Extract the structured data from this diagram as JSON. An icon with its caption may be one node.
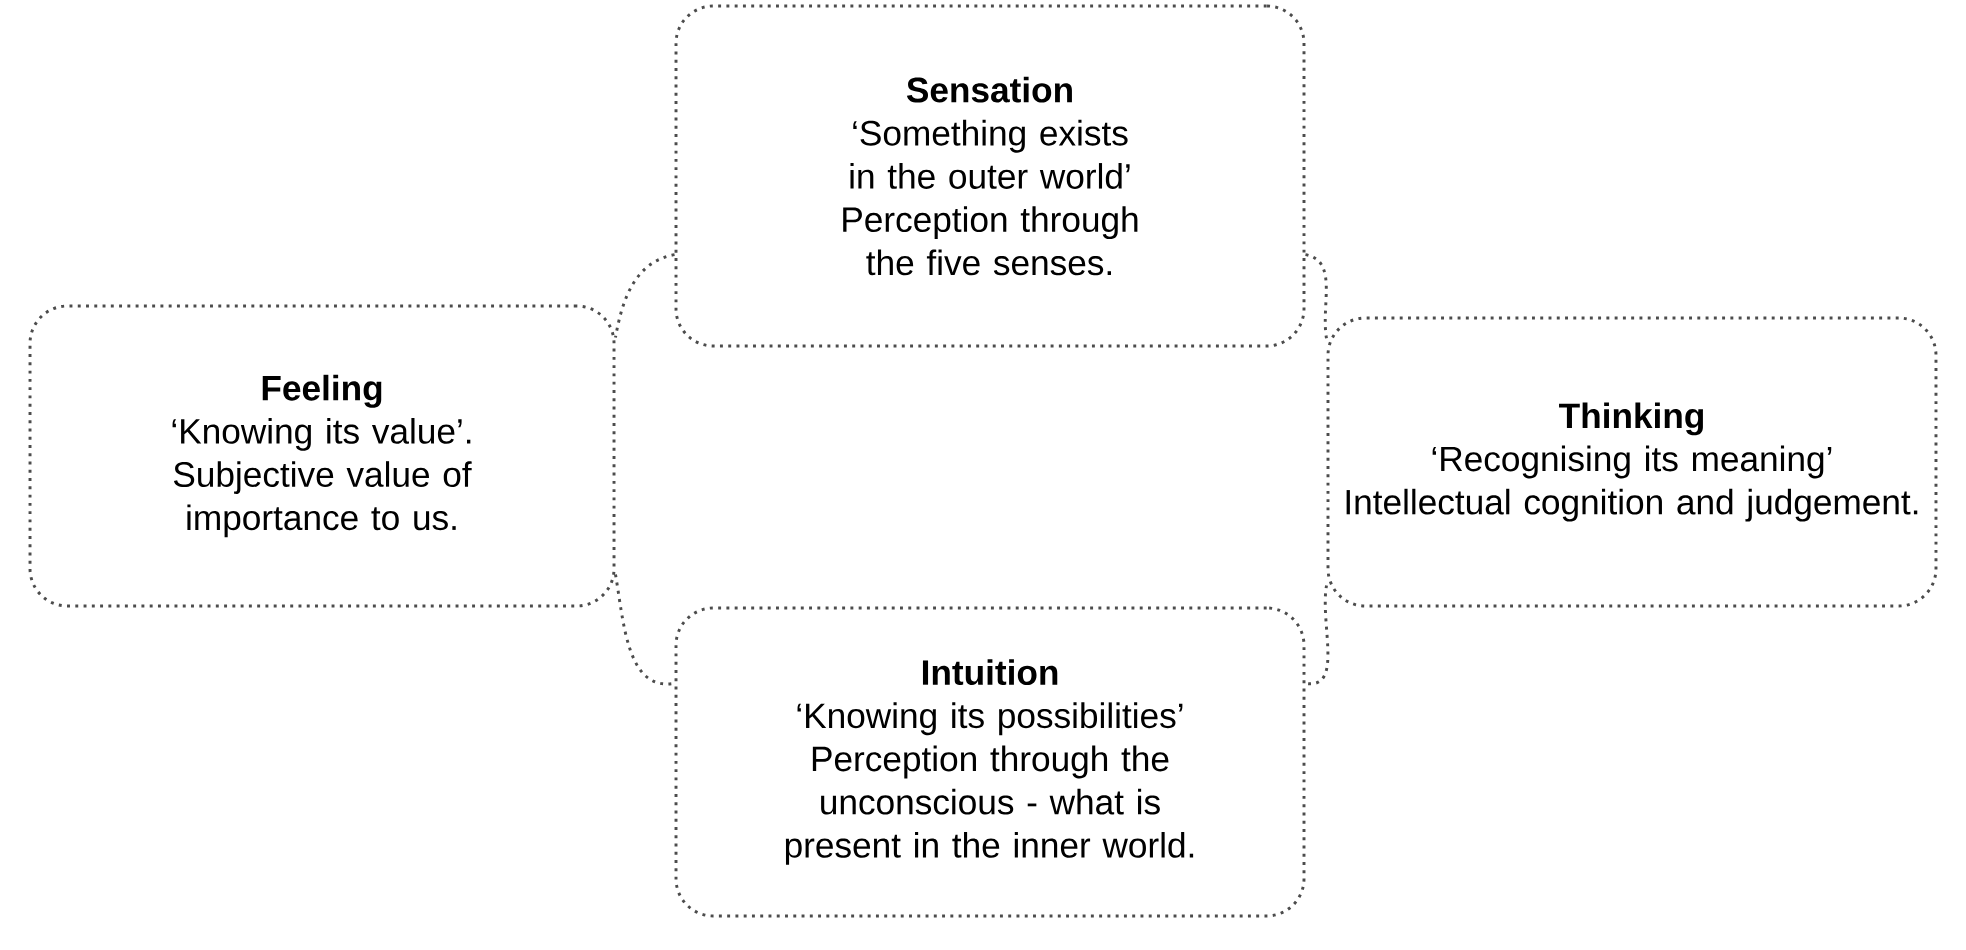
{
  "diagram": {
    "nodes": [
      {
        "text": [
          "Sensation",
          "‘Something exists in the outer world’",
          "Perception through the five senses."
        ]
      },
      {
        "text": [
          "Feeling",
          "‘Knowing its value’.",
          "Subjective value of importance to us."
        ]
      },
      {
        "text": [
          "Thinking",
          "‘Recognising its meaning’",
          "Intellectual cognition and judgement."
        ]
      },
      {
        "text": [
          "Intuition",
          "‘Knowing its possibilities’",
          "Perception through the unconscious - what is present in the inner world."
        ]
      }
    ],
    "edges": [
      {
        "from": 0,
        "to": 1,
        "arrow": "none"
      },
      {
        "from": 0,
        "to": 2,
        "arrow": "none"
      },
      {
        "from": 1,
        "to": 3,
        "arrow": "none"
      },
      {
        "from": 2,
        "to": 3,
        "arrow": "none"
      }
    ]
  }
}
